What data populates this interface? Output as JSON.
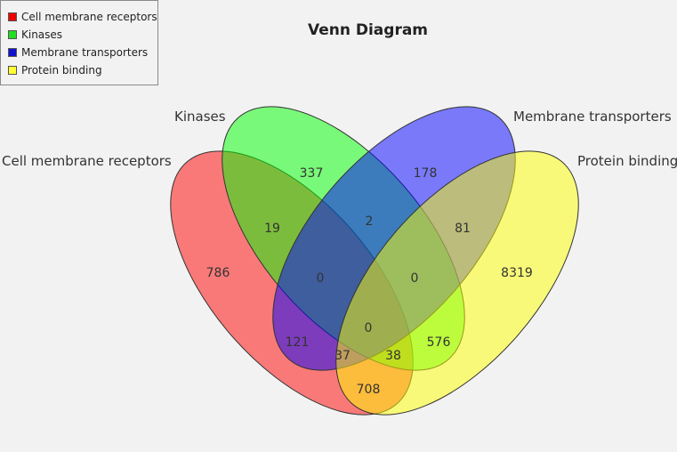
{
  "diagram": {
    "title": "Venn Diagram",
    "sets": [
      {
        "name": "Cell membrane receptors",
        "color": "#ff0000"
      },
      {
        "name": "Kinases",
        "color": "#00ff00"
      },
      {
        "name": "Membrane transporters",
        "color": "#0000ff"
      },
      {
        "name": "Protein binding",
        "color": "#ffff00"
      }
    ],
    "counts": {
      "cmr_only": "786",
      "kin_only": "337",
      "mt_only": "178",
      "pb_only": "8319",
      "cmr_kin": "19",
      "kin_mt": "2",
      "mt_pb": "81",
      "cmr_kin_mt": "0",
      "kin_mt_pb": "0",
      "all_four": "0",
      "cmr_mt": "121",
      "kin_pb": "576",
      "cmr_mt_pb": "37",
      "cmr_kin_pb": "38",
      "cmr_pb": "708"
    }
  }
}
